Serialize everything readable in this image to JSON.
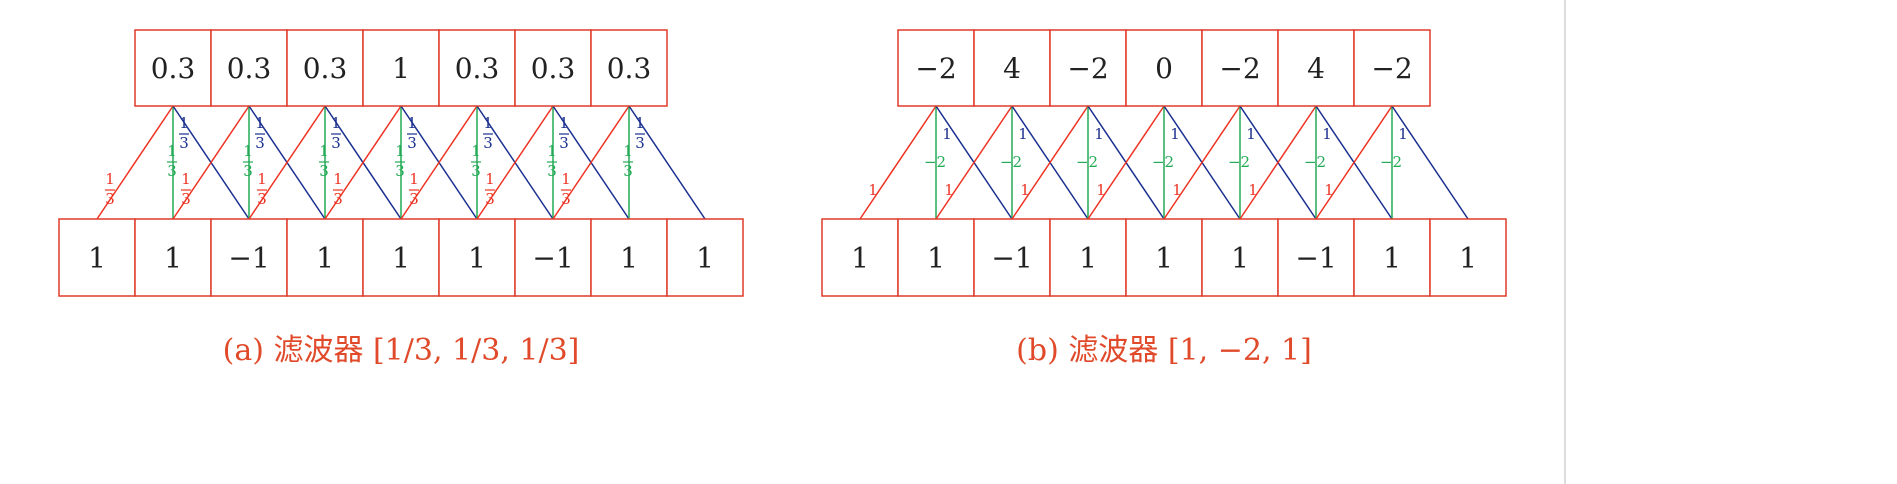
{
  "colors": {
    "box_border": "#e03a2a",
    "left_edge": "#ee3323",
    "center_edge": "#22aa55",
    "right_edge": "#1a2f8f",
    "caption": "#e04a2a",
    "cell_text": "#222222",
    "right_border_accent": "#dddddd"
  },
  "panels": [
    {
      "caption": "(a) 滤波器 [1/3, 1/3, 1/3]",
      "output": [
        "0.3",
        "0.3",
        "0.3",
        "1",
        "0.3",
        "0.3",
        "0.3"
      ],
      "input": [
        "1",
        "1",
        "−1",
        "1",
        "1",
        "1",
        "−1",
        "1",
        "1"
      ],
      "weights": {
        "left": {
          "type": "fraction",
          "num": "1",
          "den": "3"
        },
        "center": {
          "type": "fraction",
          "num": "1",
          "den": "3"
        },
        "right": {
          "type": "fraction",
          "num": "1",
          "den": "3"
        }
      }
    },
    {
      "caption": "(b) 滤波器 [1, −2, 1]",
      "output": [
        "−2",
        "4",
        "−2",
        "0",
        "−2",
        "4",
        "−2"
      ],
      "input": [
        "1",
        "1",
        "−1",
        "1",
        "1",
        "1",
        "−1",
        "1",
        "1"
      ],
      "weights": {
        "left": {
          "type": "text",
          "value": "1"
        },
        "center": {
          "type": "text",
          "value": "−2"
        },
        "right": {
          "type": "text",
          "value": "1"
        }
      }
    }
  ]
}
